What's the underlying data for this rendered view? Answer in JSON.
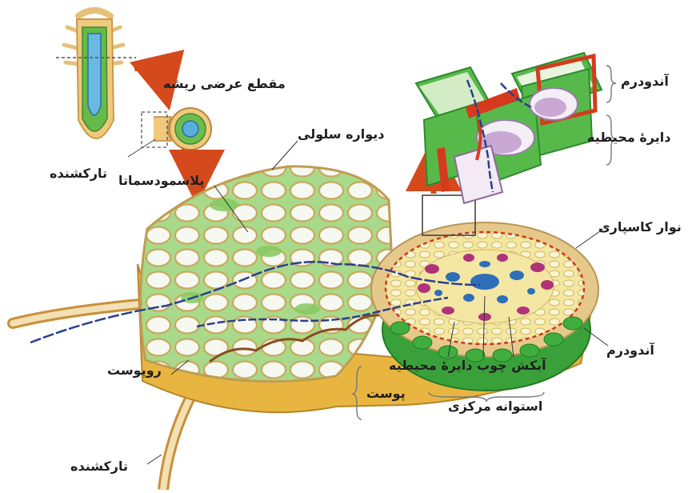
{
  "labels": {
    "cross_section": "مقطع عرضی ریشه",
    "root_hair_top": "تارکشنده",
    "plasmodesmata": "پلاسمودسماتا",
    "cell_wall": "دیواره سلولی",
    "endodermis_top": "آندودرم",
    "pericycle_top": "دایرهٔ محیطیه",
    "casparian_strip": "نوار کاسپاری",
    "endodermis_right": "آندودرم",
    "epidermis": "روپوست",
    "phloem_xylem_pericycle": "آبکش  چوب  دایرهٔ محیطیه",
    "cortex": "پوست",
    "vascular_cylinder": "استوانه مرکزی",
    "root_hair_bottom": "تارکشنده"
  },
  "colors": {
    "cortex_green": "#8fcf6a",
    "cell_wall_tan": "#d8c17a",
    "epidermis_yellow": "#e7b53c",
    "endodermis_green": "#3fae3f",
    "xylem_blue": "#2f6fb8",
    "phloem_magenta": "#b0337a",
    "pathway_blue": "#2b3f8f",
    "casparian_red": "#d63a1e",
    "arrow_red": "#d44a1c"
  }
}
